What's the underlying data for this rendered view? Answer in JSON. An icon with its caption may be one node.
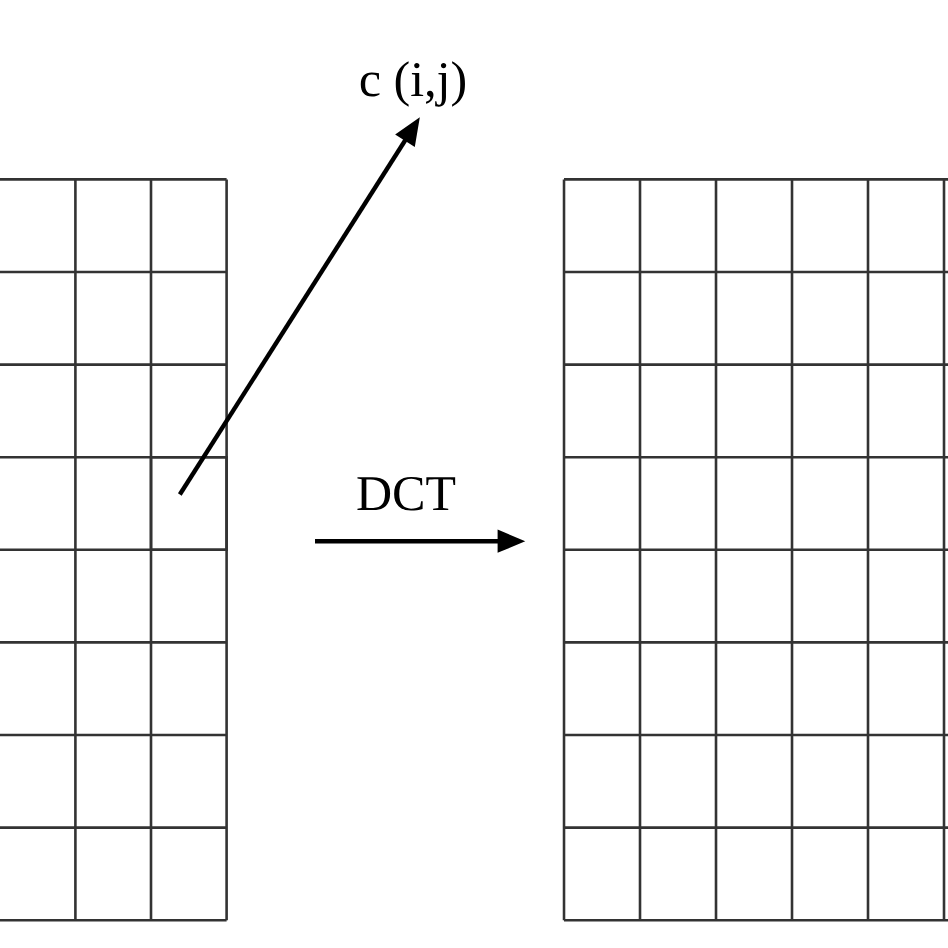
{
  "diagram": {
    "nodes": [
      {
        "text": [],
        "shape": "grid"
      },
      {
        "text": [],
        "shape": "box",
        "in": 0
      },
      {
        "text": [
          "c (i,j)"
        ]
      },
      {
        "text": [],
        "shape": "grid"
      }
    ],
    "edges": [
      {
        "from": 1,
        "to": 2,
        "arrow": "to"
      },
      {
        "from": 0,
        "to": 3,
        "arrow": "to",
        "label": "DCT"
      }
    ]
  }
}
